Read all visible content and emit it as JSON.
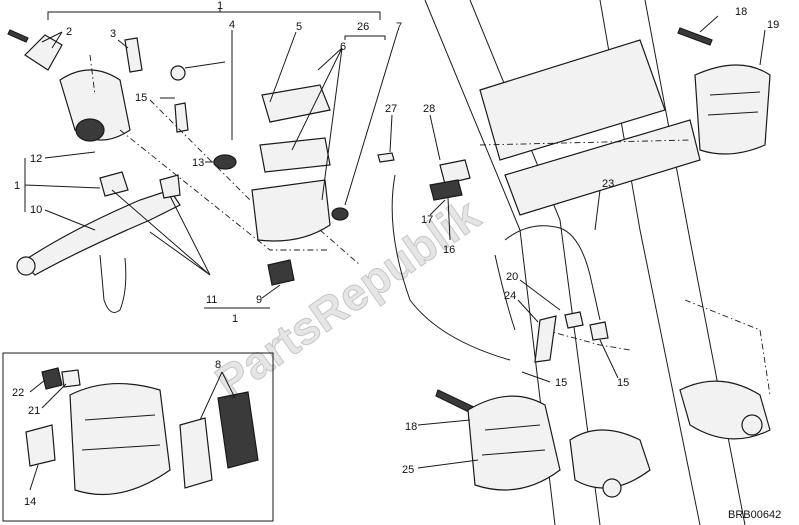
{
  "callouts": {
    "c1_top": "1",
    "c2": "2",
    "c3": "3",
    "c4": "4",
    "c5": "5",
    "c6": "6",
    "c7": "7",
    "c26": "26",
    "c15_a": "15",
    "c13": "13",
    "c12": "12",
    "c1_left": "1",
    "c10": "10",
    "c11": "11",
    "c9": "9",
    "c1_bottom": "1",
    "c27": "27",
    "c28": "28",
    "c17": "17",
    "c16": "16",
    "c23": "23",
    "c20": "20",
    "c24": "24",
    "c15_b": "15",
    "c15_c": "15",
    "c18_top": "18",
    "c19": "19",
    "c18_bottom": "18",
    "c25": "25",
    "c22": "22",
    "c21": "21",
    "c8": "8",
    "c14": "14"
  },
  "drawing_code": "BRB00642",
  "watermark": "PartsRepublik",
  "colors": {
    "line": "#1a1a1a",
    "fill_light": "#f2f2f2",
    "fill_dark": "#3a3a3a",
    "background": "#ffffff"
  }
}
